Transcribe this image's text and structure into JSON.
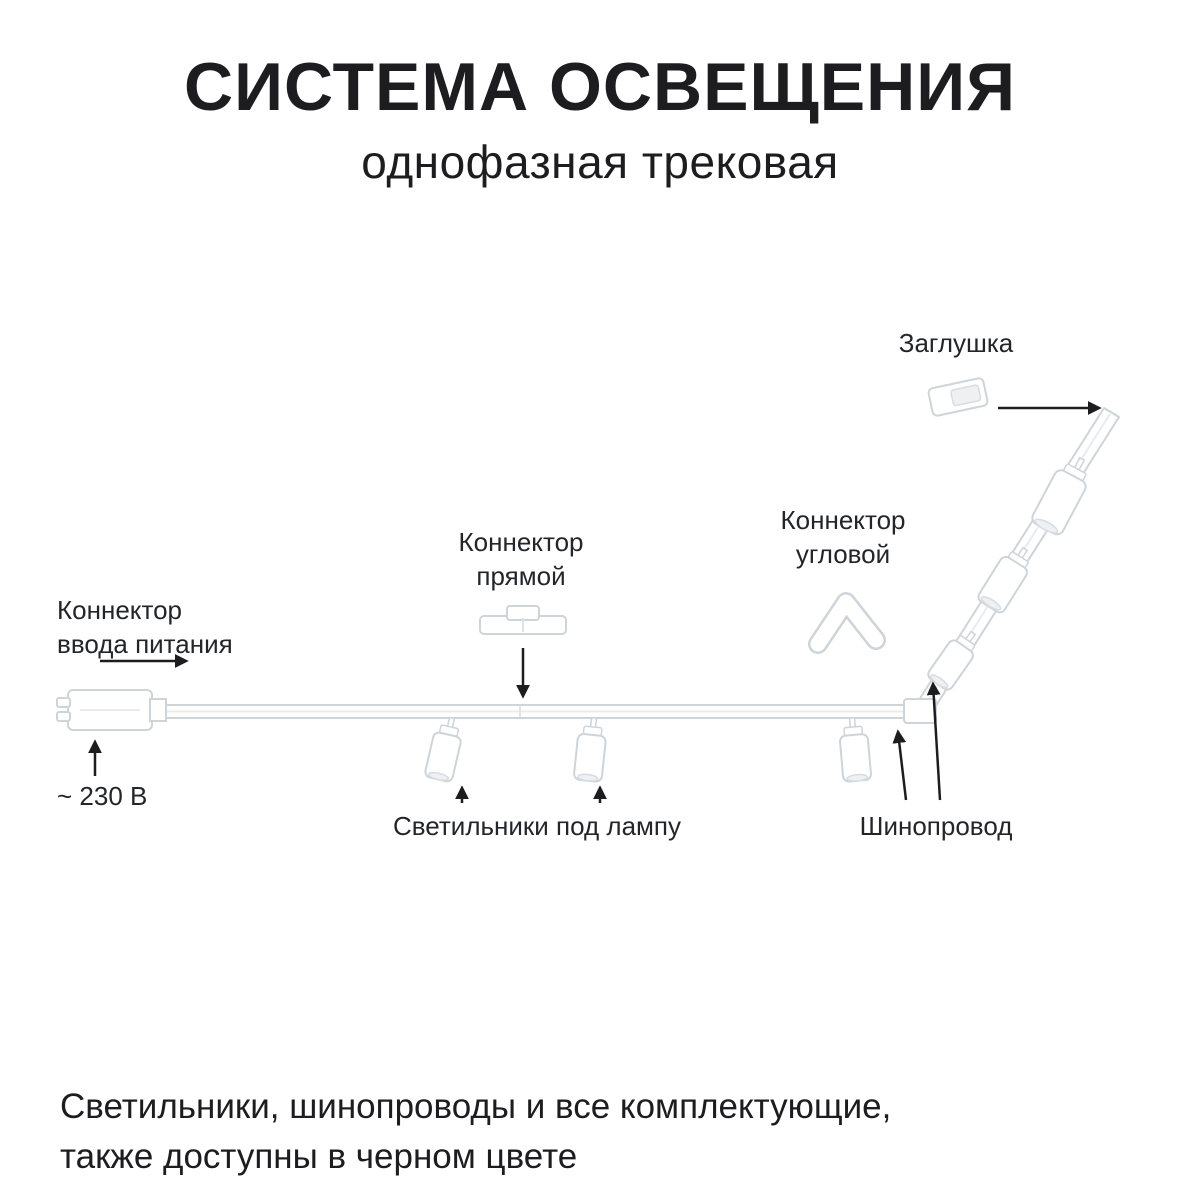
{
  "header": {
    "title": "СИСТЕМА ОСВЕЩЕНИЯ",
    "subtitle": "однофазная трековая"
  },
  "diagram": {
    "labels": {
      "end_cap": "Заглушка",
      "corner_connector": [
        "Коннектор",
        "угловой"
      ],
      "straight_connector": [
        "Коннектор",
        "прямой"
      ],
      "power_input": [
        "Коннектор",
        "ввода питания"
      ],
      "voltage": "~ 230 В",
      "lamps": "Светильники под лампу",
      "track": "Шинопровод"
    }
  },
  "footer": {
    "line1": "Светильники, шинопроводы и все комплектующие,",
    "line2": "также доступны в черном цвете"
  },
  "colors": {
    "bg": "#ffffff",
    "ink": "#1d1d1f",
    "line": "#cfd4d8",
    "lens": "#eef0f2"
  }
}
